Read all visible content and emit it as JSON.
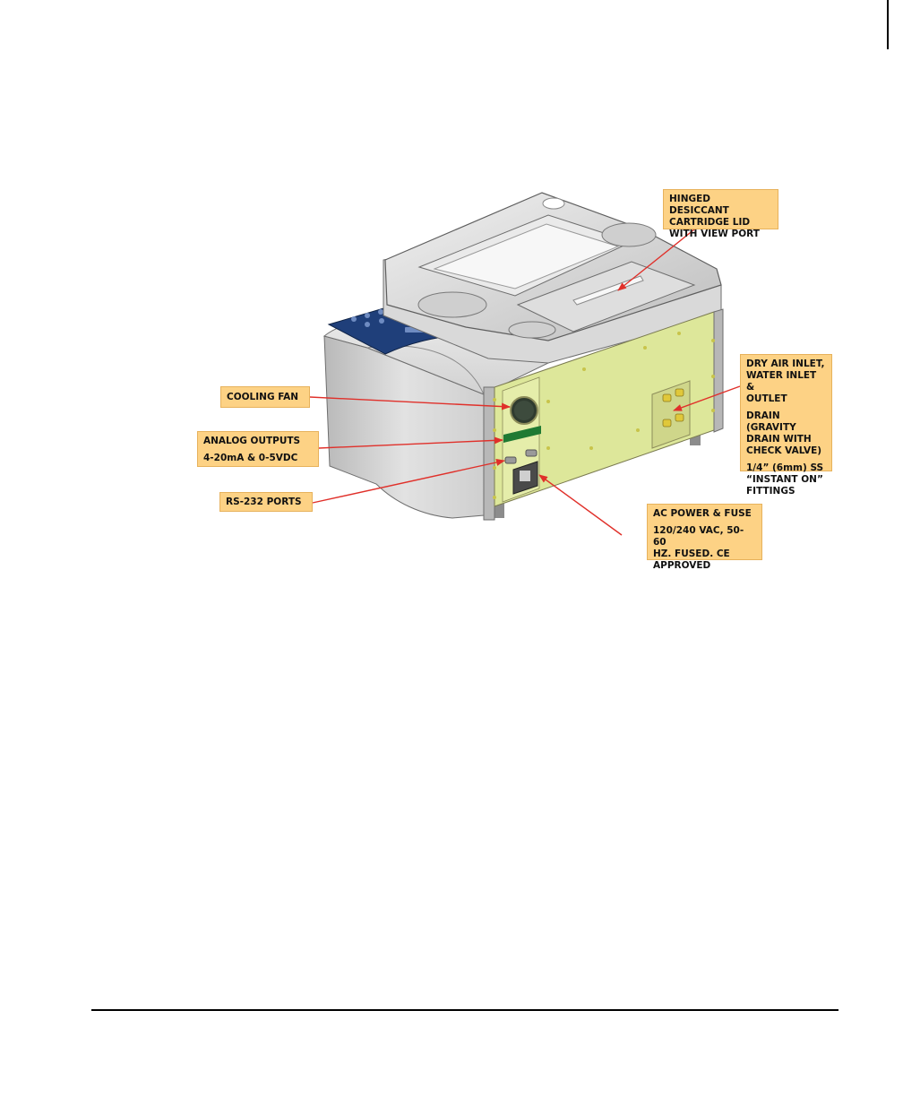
{
  "callouts": {
    "lid": [
      "HINGED DESICCANT",
      "CARTRIDGE LID",
      "WITH VIEW PORT"
    ],
    "fan": "COOLING FAN",
    "analog": [
      "ANALOG OUTPUTS",
      "4-20mA & 0-5VDC"
    ],
    "rs232": "RS-232 PORTS",
    "power": {
      "title": "AC POWER & FUSE",
      "detail": [
        "120/240 VAC, 50-60",
        "HZ.  FUSED.  CE",
        "APPROVED"
      ]
    },
    "fittings": {
      "p1": [
        "DRY AIR INLET,",
        "WATER INLET &",
        "OUTLET"
      ],
      "p2": [
        "DRAIN (GRAVITY",
        "DRAIN WITH",
        "CHECK VALVE)"
      ],
      "p3": [
        "1/4” (6mm) SS",
        "“INSTANT ON”",
        "FITTINGS"
      ]
    }
  },
  "colors": {
    "callout_fill": "#fdd285",
    "arrow": "#e0302a",
    "side_panel": "#dde79a",
    "control_panel": "#1f3f7a",
    "body_grey": "#c9c9c9"
  }
}
